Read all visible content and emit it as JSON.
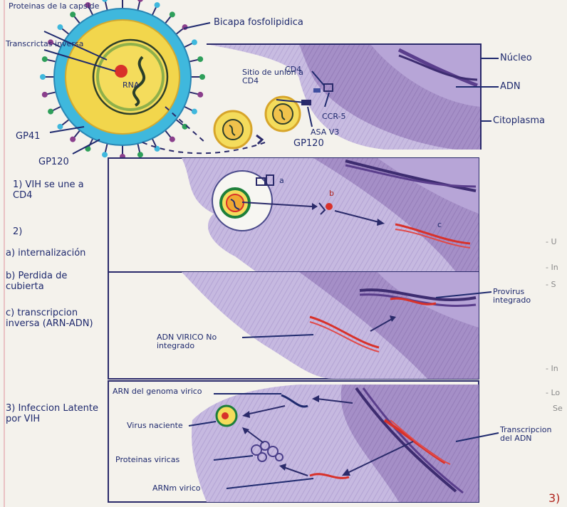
{
  "virion": {
    "capsid_proteins": "Proteinas de la capside",
    "reverse_transcriptase": "Transcrictas inversa",
    "rna": "RNA",
    "bilayer": "Bicapa fosfolipidica",
    "gp41": "GP41",
    "gp120": "GP120"
  },
  "cell": {
    "nucleus": "Núcleo",
    "dna": "ADN",
    "cytoplasm": "Citoplasma"
  },
  "binding": {
    "binding_site": "Sitio de unión a CD4",
    "cd4": "CD4",
    "ccr5": "CCR-5",
    "asa_v3": "ASA V3",
    "gp120": "GP120",
    "a": "a",
    "b": "b",
    "c": "c"
  },
  "steps": {
    "step1": "1) VIH se une a CD4",
    "step2": "2)",
    "step2a": "a) internalización",
    "step2b": "b) Perdida de cubierta",
    "step2c": "c) transcripcion inversa (ARN-ADN)",
    "step3": "3) Infeccion Latente por VIH"
  },
  "panel3": {
    "provirus": "Provirus integrado",
    "nonintegrated": "ADN VIRICO No integrado"
  },
  "panel4": {
    "genomic_rna": "ARN del genoma virico",
    "nascent": "Virus naciente",
    "proteins": "Proteinas viricas",
    "mrna": "ARNm virico",
    "transcription": "Transcripcion del ADN"
  },
  "margin": {
    "m1": "- U",
    "m2": "- In",
    "m3": "- S",
    "m4": "- In",
    "m5": "- Lo",
    "m6": "Se",
    "corner": "3)"
  },
  "colors": {
    "ink": "#1f2a6e",
    "membrane": "#3fb8dd",
    "core": "#f0d64a",
    "nucleus": "#a089c4",
    "cytoplasm": "#c3b7dc",
    "red_strand": "#d8312a"
  }
}
